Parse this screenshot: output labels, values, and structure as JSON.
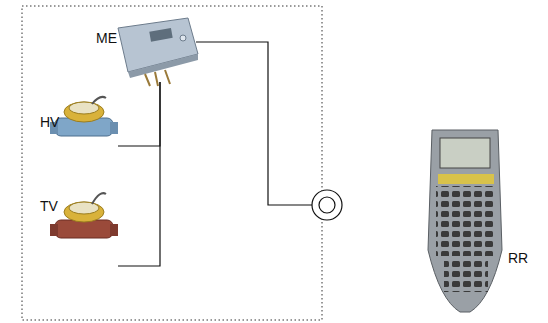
{
  "diagram": {
    "nodes": [
      {
        "text": [
          "ME"
        ]
      },
      {
        "text": [
          "HV"
        ]
      },
      {
        "text": [
          "TV"
        ]
      },
      {
        "text": [
          "RR"
        ]
      }
    ],
    "edges": [
      {
        "from": 1,
        "to": 0,
        "arrow": "none"
      },
      {
        "from": 2,
        "to": 0,
        "arrow": "none"
      }
    ]
  }
}
